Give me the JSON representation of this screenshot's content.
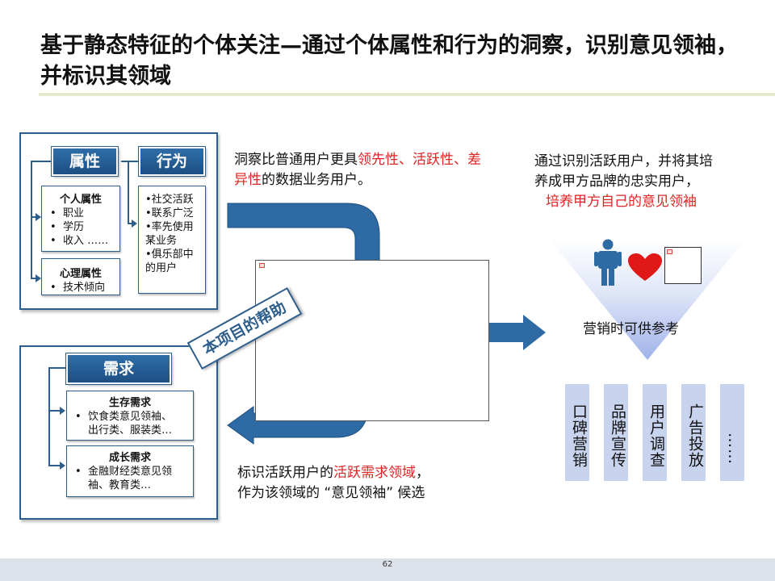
{
  "title": "基于静态特征的个体关注—通过个体属性和行为的洞察，识别意见领袖，并标识其领域",
  "top_panel": {
    "attr_header": "属性",
    "behavior_header": "行为",
    "personal": {
      "title": "个人属性",
      "items": [
        "职业",
        "学历",
        "收入 ……"
      ]
    },
    "psych": {
      "title": "心理属性",
      "items": [
        "技术倾向"
      ]
    },
    "behavior_items": [
      "•社交活跃",
      "•联系广泛",
      "•率先使用",
      "某业务",
      "•俱乐部中",
      "的用户"
    ]
  },
  "bottom_panel": {
    "header": "需求",
    "survival": {
      "title": "生存需求",
      "items": [
        "饮食类意见领袖、",
        "出行类、服装类…"
      ]
    },
    "growth": {
      "title": "成长需求",
      "items": [
        "金融财经类意见领",
        "袖、教育类…"
      ]
    }
  },
  "stamp_label": "本项目的帮助",
  "insight_text": {
    "p1": "洞察比普通用户更具",
    "r1": "领先性、活",
    "r2": "跃性、差异性",
    "p2": "的数据业务用户。"
  },
  "identify_text": {
    "line1": "通过识别活跃用户，并将其培",
    "line2": "养成甲方品牌的忠实用户，",
    "line3": "培养甲方自己的意见领袖"
  },
  "mark_text": {
    "p1": "标识活跃用户的",
    "r1": "活跃需求领域",
    "p2": "，",
    "line2": "作为该领域的 “意见领袖” 候选"
  },
  "funnel_label": "营销时可供参考",
  "columns": [
    "口碑营销",
    "品牌宣传",
    "用户调查",
    "广告投放",
    "……"
  ],
  "page_number": "62",
  "colors": {
    "accent_blue": "#2e5e8c",
    "arrow_blue": "#2e6aa3",
    "red": "#e02424",
    "column_fill": "#c8d3ee"
  }
}
